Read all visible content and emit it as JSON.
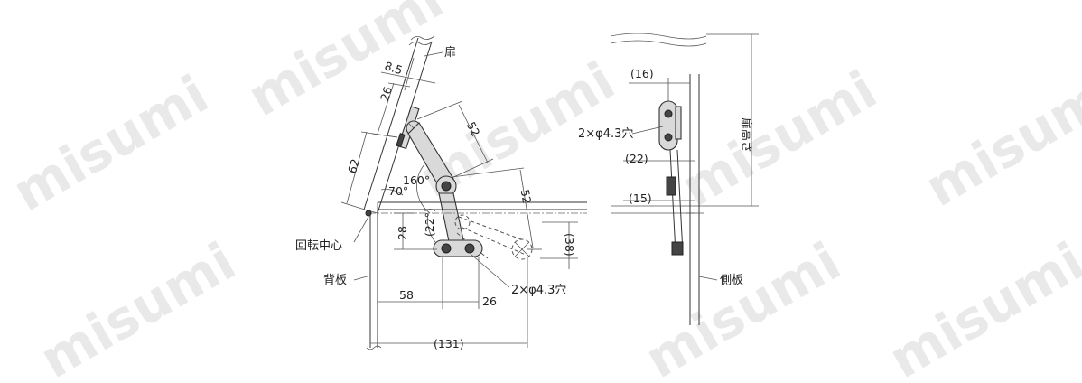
{
  "watermark": "misumi",
  "left_view": {
    "labels": {
      "door": "扉",
      "rotation_center": "回転中心",
      "back_panel": "背板",
      "holes": "2×φ4.3穴"
    },
    "dimensions": {
      "d_8_5": "8.5",
      "d_26_top": "26",
      "d_52_upper": "52",
      "d_62": "62",
      "d_160": "160°",
      "d_70": "70°",
      "d_52_lower": "52",
      "d_22deg": "(22°)",
      "d_28": "28",
      "d_38": "(38)",
      "d_58": "58",
      "d_26_bottom": "26",
      "d_131": "(131)"
    }
  },
  "right_view": {
    "labels": {
      "door_height": "扉高さ",
      "holes": "2×φ4.3穴",
      "side_panel": "側板"
    },
    "dimensions": {
      "d_16": "(16)",
      "d_22": "(22)",
      "d_15": "(15)"
    }
  }
}
